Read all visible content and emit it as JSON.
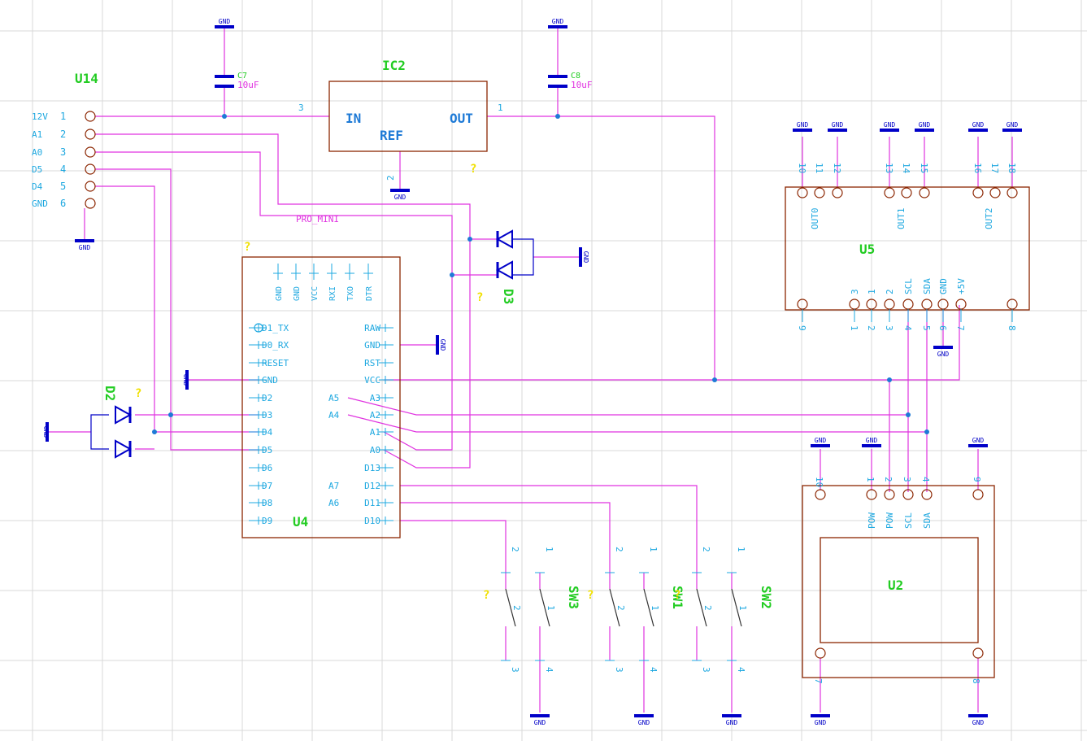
{
  "colors": {
    "background": "#ffffff",
    "grid": "#d8d8d8",
    "wire": "#e033e0",
    "body": "#8b2500",
    "pin_label": "#1ea8e0",
    "ground": "#0000c8",
    "designator": "#22cc22",
    "value": "#e033e0",
    "marker": "#f0e000"
  },
  "gnd_label": "GND",
  "unknown_marker": "?",
  "net_label": "PRO_MINI",
  "u14": {
    "ref": "U14",
    "rows": [
      {
        "name": "12V",
        "num": "1"
      },
      {
        "name": "A1",
        "num": "2"
      },
      {
        "name": "A0",
        "num": "3"
      },
      {
        "name": "D5",
        "num": "4"
      },
      {
        "name": "D4",
        "num": "5"
      },
      {
        "name": "GND",
        "num": "6"
      }
    ]
  },
  "c7": {
    "ref": "C7",
    "value": "10uF"
  },
  "c8": {
    "ref": "C8",
    "value": "10uF"
  },
  "ic2": {
    "ref": "IC2",
    "in": "IN",
    "out": "OUT",
    "ref_pin": "REF",
    "pin_in": "3",
    "pin_out": "1",
    "pin_ref": "2"
  },
  "d2": {
    "ref": "D2"
  },
  "d3": {
    "ref": "D3"
  },
  "u4": {
    "ref": "U4",
    "top_pins": [
      "GND",
      "GND",
      "VCC",
      "RXI",
      "TXO",
      "DTR"
    ],
    "left_pins": [
      "D1_TX",
      "D0_RX",
      "RESET",
      "GND",
      "D2",
      "D3",
      "D4",
      "D5",
      "D6",
      "D7",
      "D8",
      "D9"
    ],
    "right_pins": [
      "RAW",
      "GND",
      "RST",
      "VCC",
      "A3",
      "A2",
      "A1",
      "A0",
      "D13",
      "D12",
      "D11",
      "D10"
    ],
    "inner_pins": [
      {
        "name": "A5",
        "row": 4
      },
      {
        "name": "A4",
        "row": 5
      },
      {
        "name": "A7",
        "row": 9
      },
      {
        "name": "A6",
        "row": 10
      }
    ]
  },
  "u5": {
    "ref": "U5",
    "top_nums": [
      "10",
      "11",
      "12",
      "13",
      "14",
      "15",
      "16",
      "17",
      "18"
    ],
    "outputs": [
      "OUT0",
      "OUT1",
      "OUT2"
    ],
    "bottom_names": [
      "3",
      "1",
      "2",
      "SCL",
      "SDA",
      "GND",
      "+5V"
    ],
    "bottom_nums": [
      "9",
      "1",
      "2",
      "3",
      "4",
      "5",
      "6",
      "7",
      "8"
    ]
  },
  "u2": {
    "ref": "U2",
    "pin_names": [
      "POW",
      "POW",
      "SCL",
      "SDA"
    ],
    "pin_nums": [
      "10",
      "1",
      "2",
      "3",
      "4",
      "9"
    ],
    "bottom_nums": [
      "7",
      "8"
    ]
  },
  "switches": [
    {
      "ref": "SW3",
      "nums": [
        "2",
        "1",
        "2",
        "1",
        "3",
        "4"
      ]
    },
    {
      "ref": "SW1",
      "nums": [
        "2",
        "1",
        "2",
        "1",
        "3",
        "4"
      ]
    },
    {
      "ref": "SW2",
      "nums": [
        "2",
        "1",
        "2",
        "1",
        "3",
        "4"
      ]
    }
  ]
}
